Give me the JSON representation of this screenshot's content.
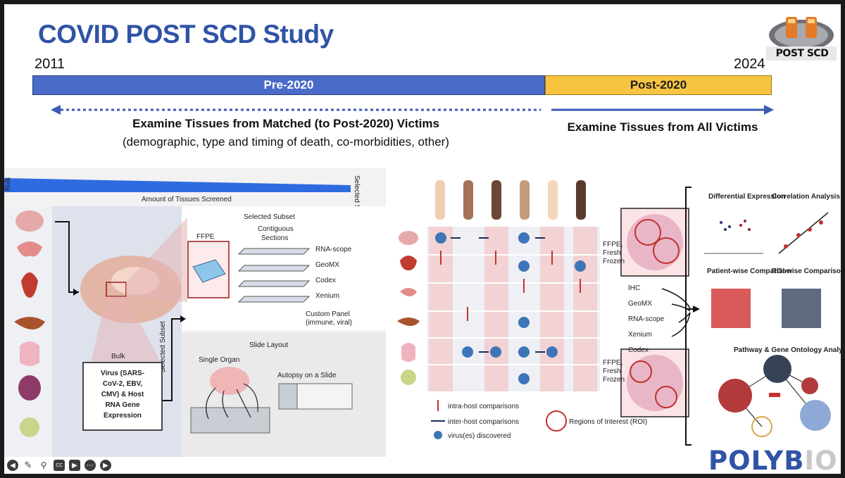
{
  "slide": {
    "title": "COVID POST SCD Study",
    "logo_text": "POST SCD",
    "timeline": {
      "start_year": "2011",
      "end_year": "2024",
      "pre_label": "Pre-2020",
      "post_label": "Post-2020",
      "pre_color": "#4a6bc9",
      "post_color": "#f7c442"
    },
    "matched": {
      "heading": "Examine Tissues from Matched (to Post-2020) Victims",
      "detail": "(demographic, type and timing of death, co-morbidities, other)"
    },
    "all_victims": "Examine Tissues from All Victims",
    "left_figure": {
      "bulk_axis": "Bulk",
      "selected_axis": "Selected Subset",
      "amount_label": "Amount of Tissues Screened",
      "selected_subset_header": "Selected Subset",
      "ffpe": "FFPE",
      "contiguous": "Contiguous",
      "sections": "Sections",
      "assays": [
        "RNA-scope",
        "GeoMX",
        "Codex",
        "Xenium"
      ],
      "custom_panel_1": "Custom Panel",
      "custom_panel_2": "(immune, viral)",
      "vertical_label": "Selected Subset",
      "bulk_label": "Bulk",
      "bulk_box_lines": [
        "Virus (SARS-",
        "CoV-2, EBV,",
        "CMV) & Host",
        "RNA Gene",
        "Expression"
      ],
      "slide_layout": "Slide Layout",
      "single_organ": "Single Organ",
      "autopsy_on_slide": "Autopsy on a Slide"
    },
    "right_figure": {
      "ffpe_fresh": [
        "FFPE,",
        "Fresh",
        "Frozen"
      ],
      "techniques": [
        "IHC",
        "GeoMX",
        "RNA-scope",
        "Xenium",
        "Codex"
      ],
      "legend": {
        "intra": "intra-host comparisons",
        "inter": "inter-host comparisons",
        "virus": "virus(es) discovered",
        "roi": "Regions of Interest (ROI)"
      },
      "analyses": {
        "diff_expr": "Differential Expression",
        "correlation": "Correlation Analysis",
        "patient_wise": "Patient-wise Comparison",
        "roi_wise": "ROI-wise Comparison",
        "pathway": "Pathway & Gene Ontology Analysis"
      }
    },
    "brand": {
      "part1": "POLY",
      "part2": "B",
      "part3": "I",
      "part4": "O"
    }
  },
  "toolbar": {
    "icons": [
      "prev-icon",
      "pen-icon",
      "zoom-icon",
      "captions-icon",
      "video-icon",
      "more-icon",
      "next-icon"
    ],
    "cc_label": "CC"
  }
}
